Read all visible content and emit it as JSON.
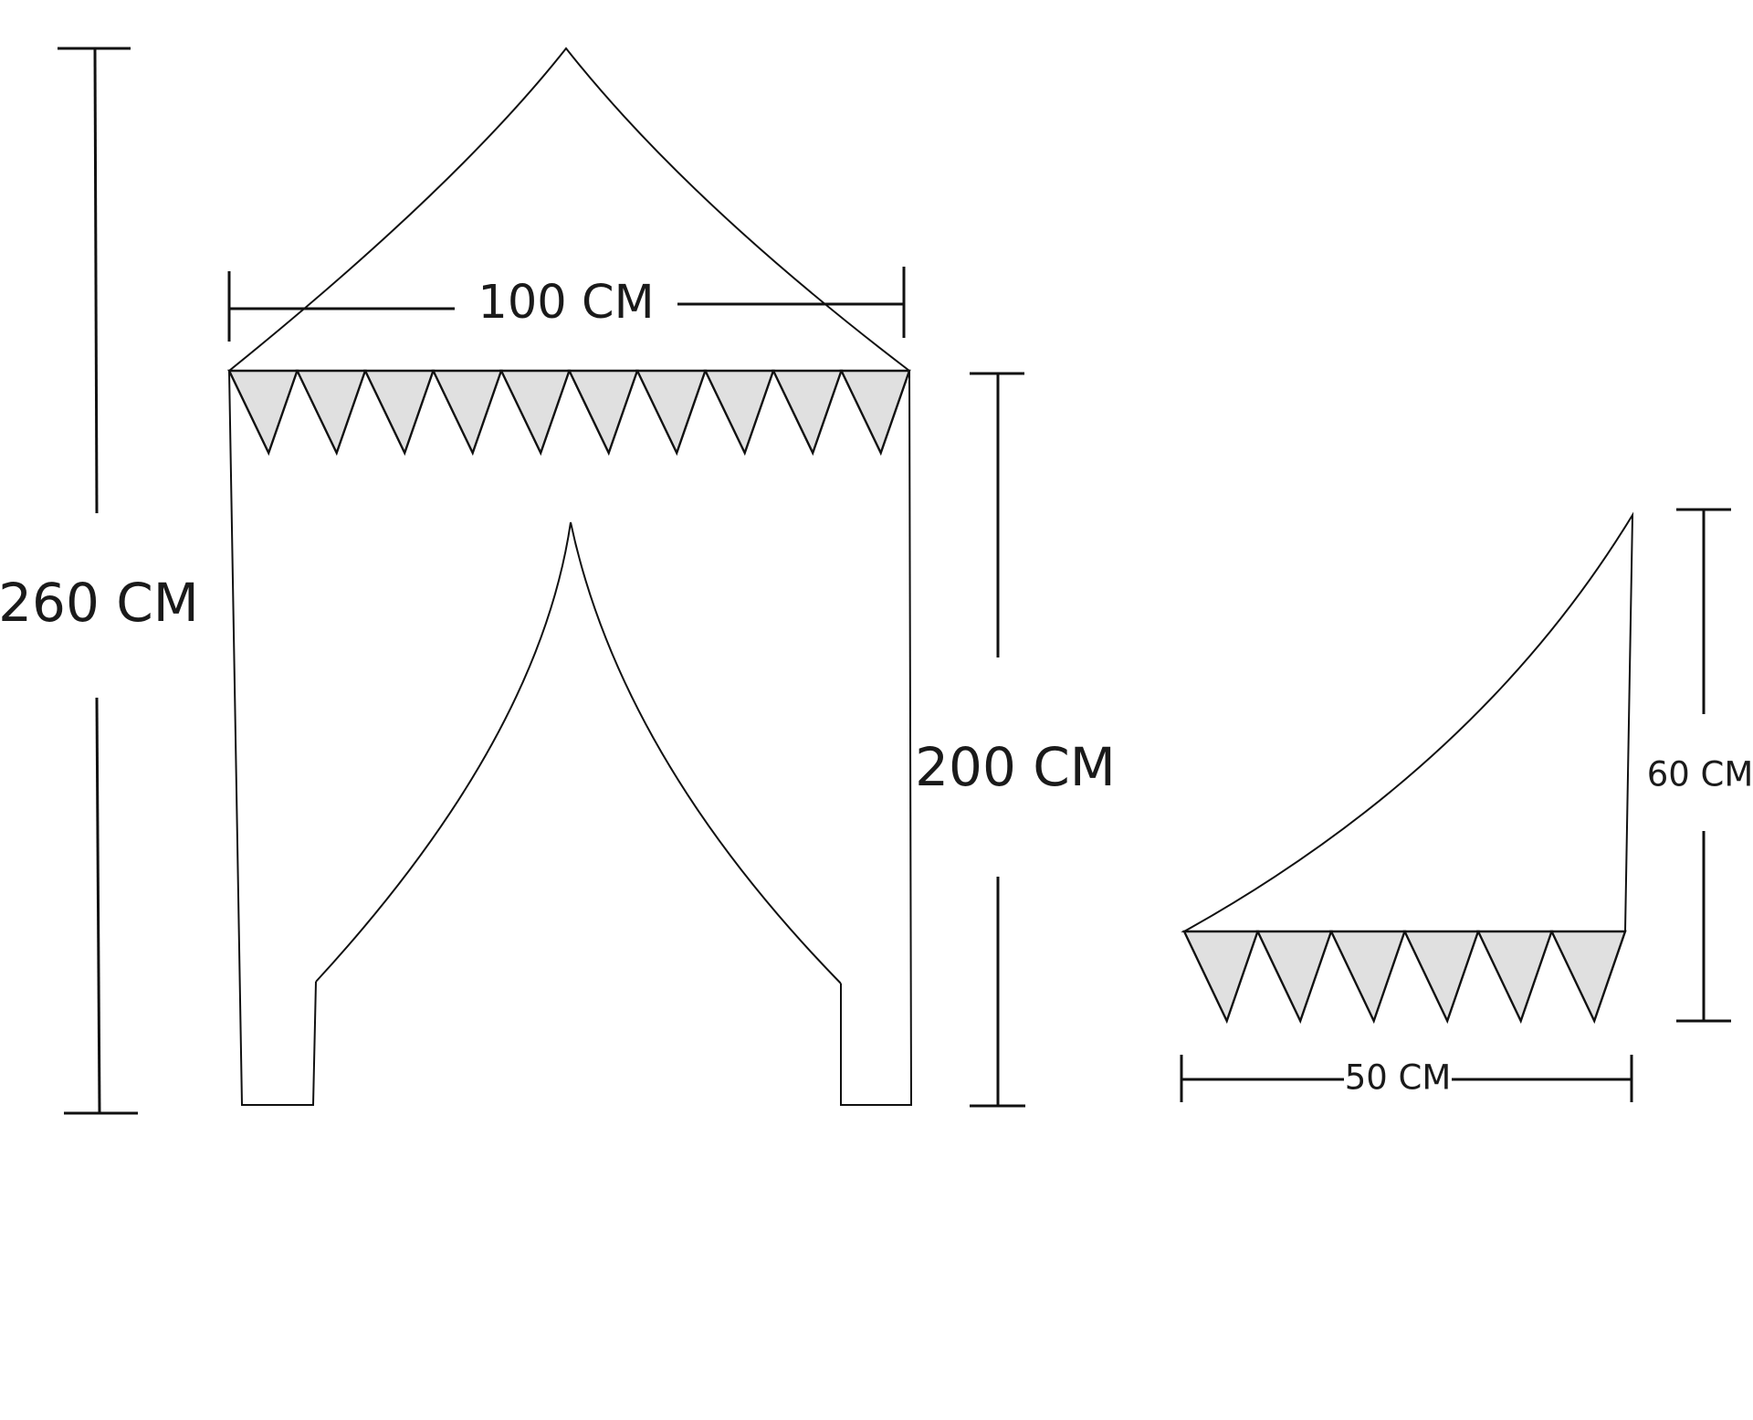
{
  "diagram": {
    "front_panel": {
      "pennant_count": 10,
      "pennant_fill": "#e0e0e0"
    },
    "side_panel": {
      "pennant_count": 6,
      "pennant_fill": "#e0e0e0"
    },
    "dimensions": {
      "total_height": "260 CM",
      "panel_width": "100 CM",
      "panel_height": "200 CM",
      "side_height": "60 CM",
      "side_width": "50 CM"
    },
    "colors": {
      "line": "#111111",
      "background": "#ffffff"
    }
  }
}
